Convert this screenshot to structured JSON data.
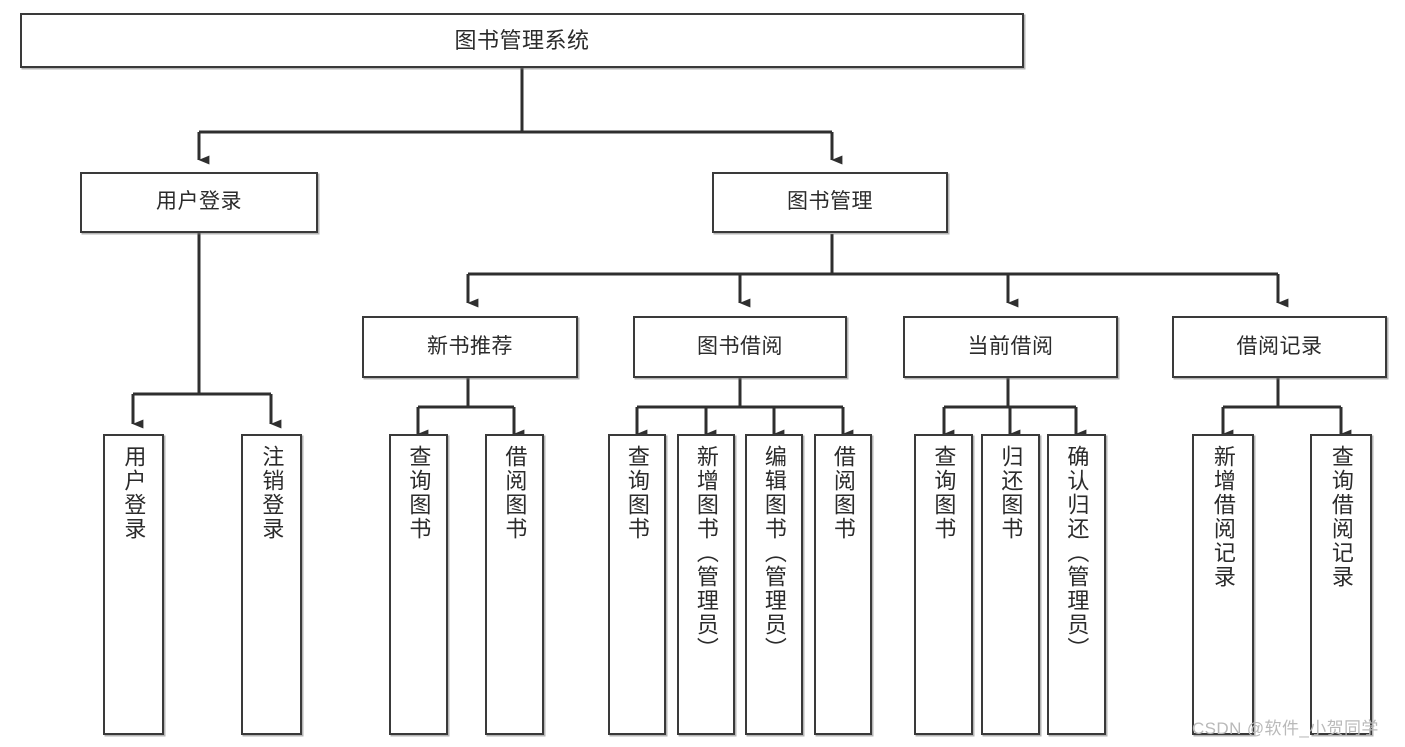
{
  "diagram": {
    "title": "图书管理系统",
    "type": "tree",
    "root": {
      "id": "root",
      "label": "图书管理系统"
    },
    "level2": [
      {
        "id": "user-login",
        "label": "用户登录"
      },
      {
        "id": "book-manage",
        "label": "图书管理"
      }
    ],
    "level3": [
      {
        "id": "new-book-recommend",
        "label": "新书推荐"
      },
      {
        "id": "book-borrow",
        "label": "图书借阅"
      },
      {
        "id": "current-borrow",
        "label": "当前借阅"
      },
      {
        "id": "borrow-record",
        "label": "借阅记录"
      }
    ],
    "leaves": {
      "user_login": [
        {
          "id": "leaf-user-login",
          "label": "用户登录"
        },
        {
          "id": "leaf-logout-login",
          "label": "注销登录"
        }
      ],
      "new_book_recommend": [
        {
          "id": "leaf-query-book-1",
          "label": "查询图书"
        },
        {
          "id": "leaf-borrow-book-1",
          "label": "借阅图书"
        }
      ],
      "book_borrow": [
        {
          "id": "leaf-query-book-2",
          "label": "查询图书"
        },
        {
          "id": "leaf-add-book",
          "label": "新增图书（管理员）"
        },
        {
          "id": "leaf-edit-book",
          "label": "编辑图书（管理员）"
        },
        {
          "id": "leaf-borrow-book-2",
          "label": "借阅图书"
        }
      ],
      "current_borrow": [
        {
          "id": "leaf-query-book-3",
          "label": "查询图书"
        },
        {
          "id": "leaf-return-book",
          "label": "归还图书"
        },
        {
          "id": "leaf-confirm-return",
          "label": "确认归还（管理员）"
        }
      ],
      "borrow_record": [
        {
          "id": "leaf-add-record",
          "label": "新增借阅记录"
        },
        {
          "id": "leaf-query-record",
          "label": "查询借阅记录"
        }
      ]
    },
    "colors": {
      "border": "#3a3a3a",
      "text": "#2b2b2b",
      "background": "#ffffff",
      "connector": "#2f2f2f",
      "watermark": "#b9b9b9"
    }
  },
  "watermark": {
    "text": "CSDN @软件_小贺同学"
  }
}
